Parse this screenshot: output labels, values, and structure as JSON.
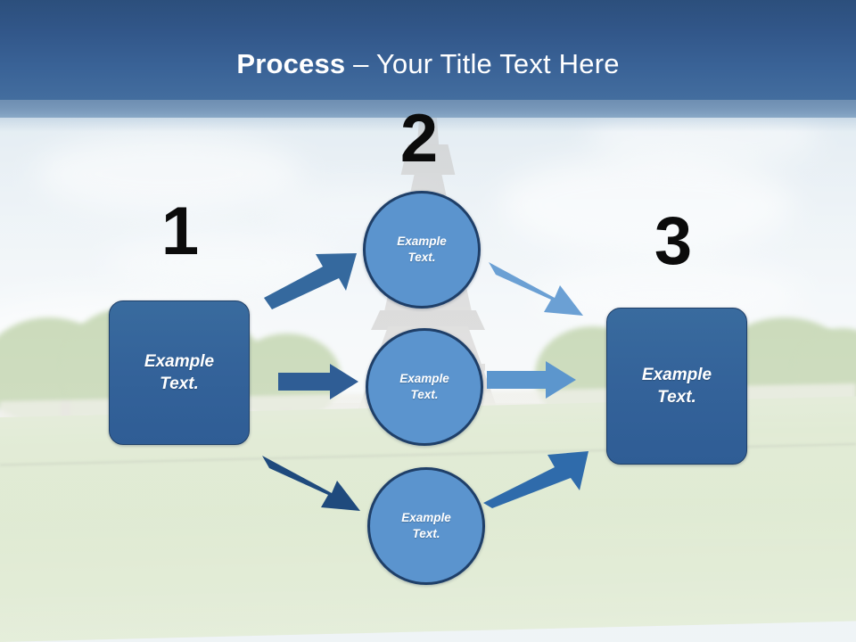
{
  "slide": {
    "title": {
      "bold_part": "Process",
      "rest": " – Your Title Text Here",
      "full": "Process – Your Title Text Here"
    },
    "background": {
      "description": "washed-out photo of the Eiffel Tower and Champ de Mars lawn",
      "sky_color": "#c6d9e6",
      "grass_color": "#c2d6a9",
      "tower_color": "#8b837c"
    },
    "theme": {
      "header_top": "#2c4f7c",
      "header_bottom": "#6f93b8",
      "box_fill": "#34639a",
      "circle_fill": "#5b94ce",
      "shape_border": "#1f3f68",
      "number_color": "#0b0b0b",
      "text_color": "#ffffff"
    },
    "steps": [
      {
        "number": "1",
        "label": "step-number-1"
      },
      {
        "number": "2",
        "label": "step-number-2"
      },
      {
        "number": "3",
        "label": "step-number-3"
      }
    ],
    "shapes": {
      "left_box": {
        "line1": "Example",
        "line2": "Text."
      },
      "circle_top": {
        "line1": "Example",
        "line2": "Text."
      },
      "circle_middle": {
        "line1": "Example",
        "line2": "Text."
      },
      "circle_bottom": {
        "line1": "Example",
        "line2": "Text."
      },
      "right_box": {
        "line1": "Example",
        "line2": "Text."
      }
    },
    "arrows": [
      {
        "name": "arrow-left-to-circle-top",
        "direction": "up-right",
        "color": "#35699e"
      },
      {
        "name": "arrow-left-to-circle-middle",
        "direction": "right",
        "color": "#2f5d95"
      },
      {
        "name": "arrow-left-to-circle-bottom",
        "direction": "down-right",
        "color": "#1f4a7d"
      },
      {
        "name": "arrow-circle-top-to-right",
        "direction": "down-right",
        "color": "#6ba0d4"
      },
      {
        "name": "arrow-circle-middle-to-right",
        "direction": "right",
        "color": "#5c96cd"
      },
      {
        "name": "arrow-circle-bottom-to-right",
        "direction": "up-right",
        "color": "#2f6bab"
      }
    ]
  }
}
